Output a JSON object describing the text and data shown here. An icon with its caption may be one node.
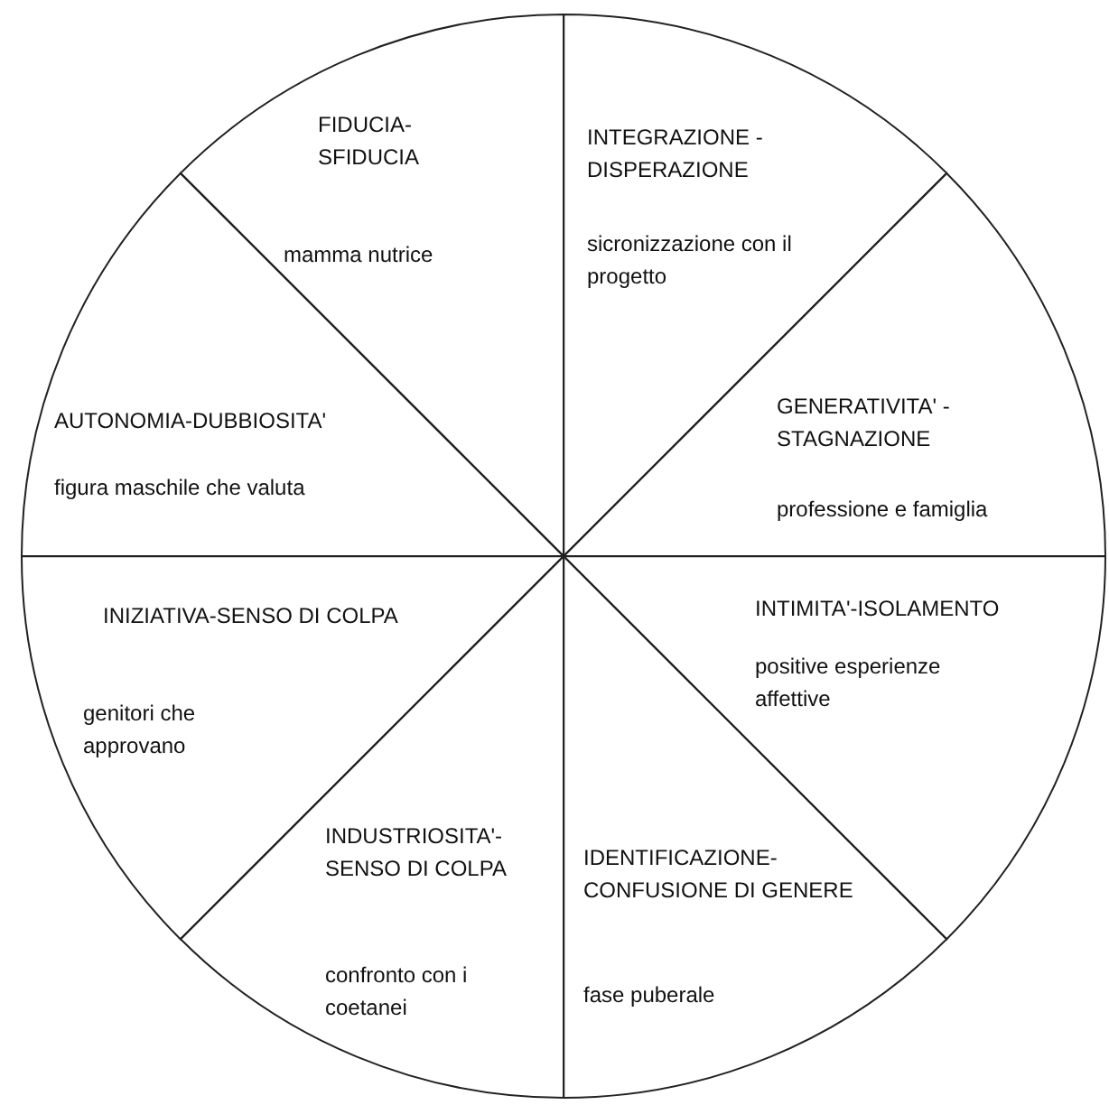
{
  "diagram": {
    "nodes": [
      {
        "text": [
          "FIDUCIA-SFIDUCIA",
          "mamma nutrice"
        ]
      },
      {
        "text": [
          "INTEGRAZIONE - DISPERAZIONE",
          "sicronizzazione con il progetto"
        ]
      },
      {
        "text": [
          "AUTONOMIA-DUBBIOSITA'",
          "figura maschile che valuta"
        ]
      },
      {
        "text": [
          "GENERATIVITA' - STAGNAZIONE",
          "professione e famiglia"
        ]
      },
      {
        "text": [
          "INIZIATIVA-SENSO DI COLPA",
          "genitori che approvano"
        ]
      },
      {
        "text": [
          "INTIMITA'-ISOLAMENTO",
          "positive esperienze affettive"
        ]
      },
      {
        "text": [
          "INDUSTRIOSITA'-SENSO DI COLPA",
          "confronto con i coetanei"
        ]
      },
      {
        "text": [
          "IDENTIFICAZIONE-CONFUSIONE DI GENERE",
          "fase puberale"
        ]
      }
    ]
  }
}
